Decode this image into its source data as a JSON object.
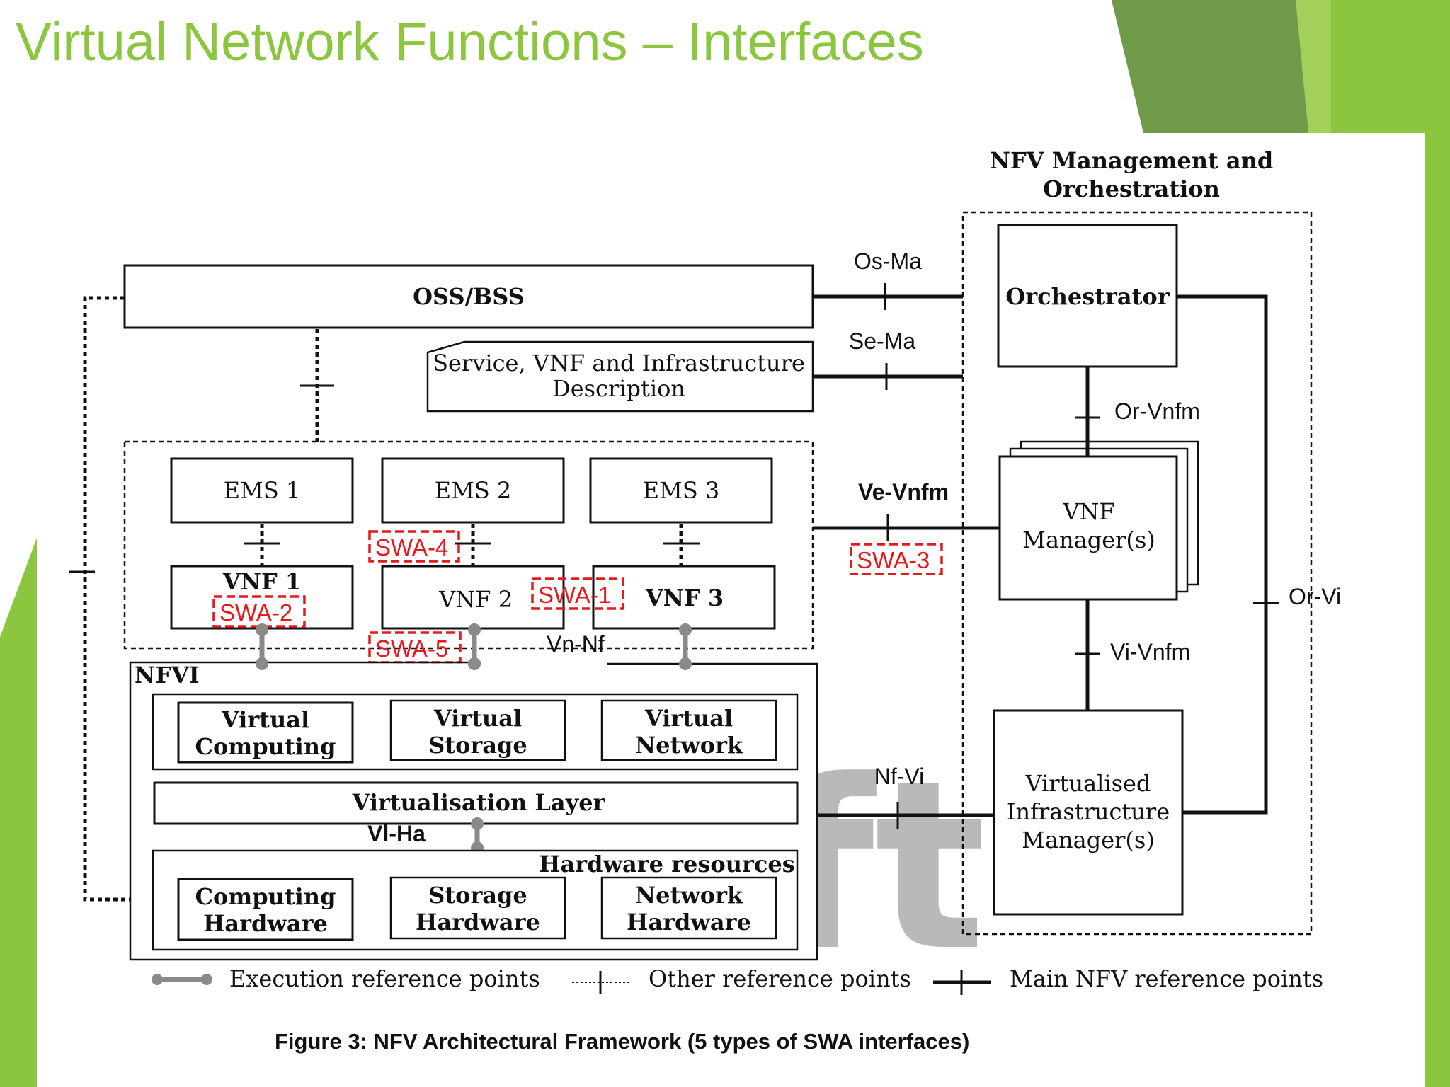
{
  "slide": {
    "title": "Virtual Network Functions – Interfaces",
    "colors": {
      "title": "#8cc63e",
      "accent_dark": "#6f9a4a",
      "swa": "#e41a1c",
      "watermark": "#7f7f7f"
    }
  },
  "diagram": {
    "mano_title_line1": "NFV Management and",
    "mano_title_line2": "Orchestration",
    "oss_bss": "OSS/BSS",
    "description_line1": "Service, VNF and Infrastructure",
    "description_line2": "Description",
    "orchestrator": "Orchestrator",
    "vnfm_line1": "VNF",
    "vnfm_line2": "Manager(s)",
    "vim_line1": "Virtualised",
    "vim_line2": "Infrastructure",
    "vim_line3": "Manager(s)",
    "ems": [
      "EMS 1",
      "EMS 2",
      "EMS 3"
    ],
    "vnf": [
      "VNF 1",
      "VNF 2",
      "VNF 3"
    ],
    "nfvi": "NFVI",
    "virtual_computing": [
      "Virtual",
      "Computing"
    ],
    "virtual_storage": [
      "Virtual",
      "Storage"
    ],
    "virtual_network": [
      "Virtual",
      "Network"
    ],
    "virtualisation_layer": "Virtualisation Layer",
    "hardware_resources": "Hardware resources",
    "computing_hardware": [
      "Computing",
      "Hardware"
    ],
    "storage_hardware": [
      "Storage",
      "Hardware"
    ],
    "network_hardware": [
      "Network",
      "Hardware"
    ],
    "ref_points": {
      "os_ma": "Os-Ma",
      "se_ma": "Se-Ma",
      "or_vnfm": "Or-Vnfm",
      "ve_vnfm": "Ve-Vnfm",
      "or_vi": "Or-Vi",
      "vi_vnfm": "Vi-Vnfm",
      "vn_nf": "Vn-Nf",
      "nf_vi": "Nf-Vi",
      "vi_ha": "Vl-Ha"
    },
    "swa": [
      "SWA-1",
      "SWA-2",
      "SWA-3",
      "SWA-4",
      "SWA-5"
    ],
    "watermark": "Draft",
    "legend": {
      "execution": "Execution reference points",
      "other": "Other reference points",
      "main": "Main NFV reference points"
    },
    "caption": "Figure 3: NFV Architectural Framework (5 types of SWA interfaces)"
  }
}
